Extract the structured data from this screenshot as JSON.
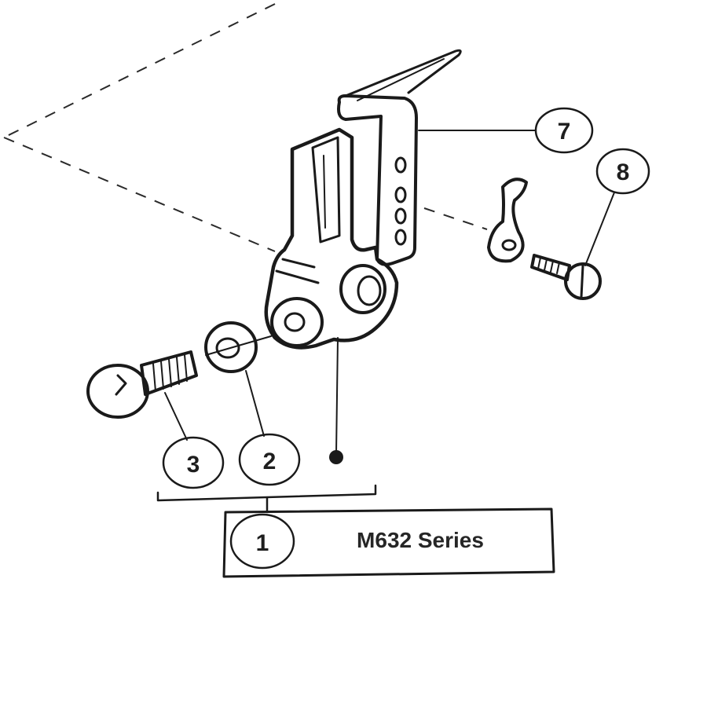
{
  "diagram": {
    "title_box": {
      "callout": "1",
      "label": "M632 Series"
    },
    "callouts": [
      {
        "id": "callout-7",
        "label": "7",
        "part": "bracket"
      },
      {
        "id": "callout-8",
        "label": "8",
        "part": "screw"
      },
      {
        "id": "callout-3",
        "label": "3",
        "part": "bolt"
      },
      {
        "id": "callout-2",
        "label": "2",
        "part": "washer"
      }
    ],
    "colors": {
      "ink": "#1a1a1a",
      "paper": "#ffffff"
    }
  }
}
